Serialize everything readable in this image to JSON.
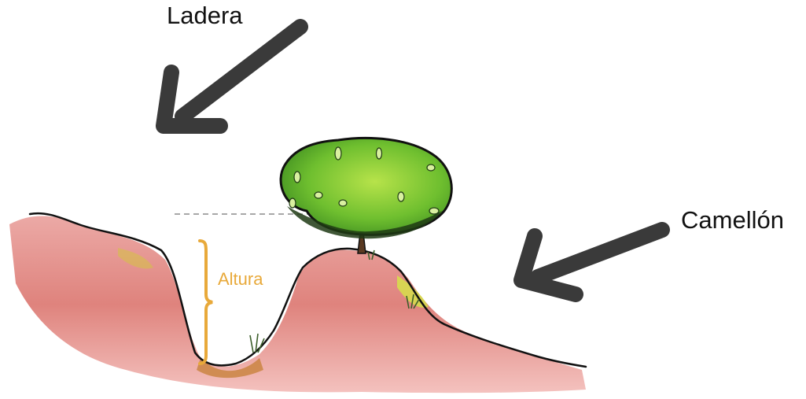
{
  "labels": {
    "slope": "Ladera",
    "ridge": "Camellón",
    "height": "Altura"
  },
  "colors": {
    "arrow": "#3a3a3a",
    "soil": "#e58a8a",
    "soil_dark": "#c0504d",
    "foliage": "#7ec63a",
    "foliage_dark": "#2f6b1a",
    "height_bracket": "#e8a93a",
    "outline": "#111111"
  },
  "icons": [
    "slope-arrow-icon",
    "ridge-arrow-icon",
    "tree-icon",
    "height-bracket-icon"
  ]
}
